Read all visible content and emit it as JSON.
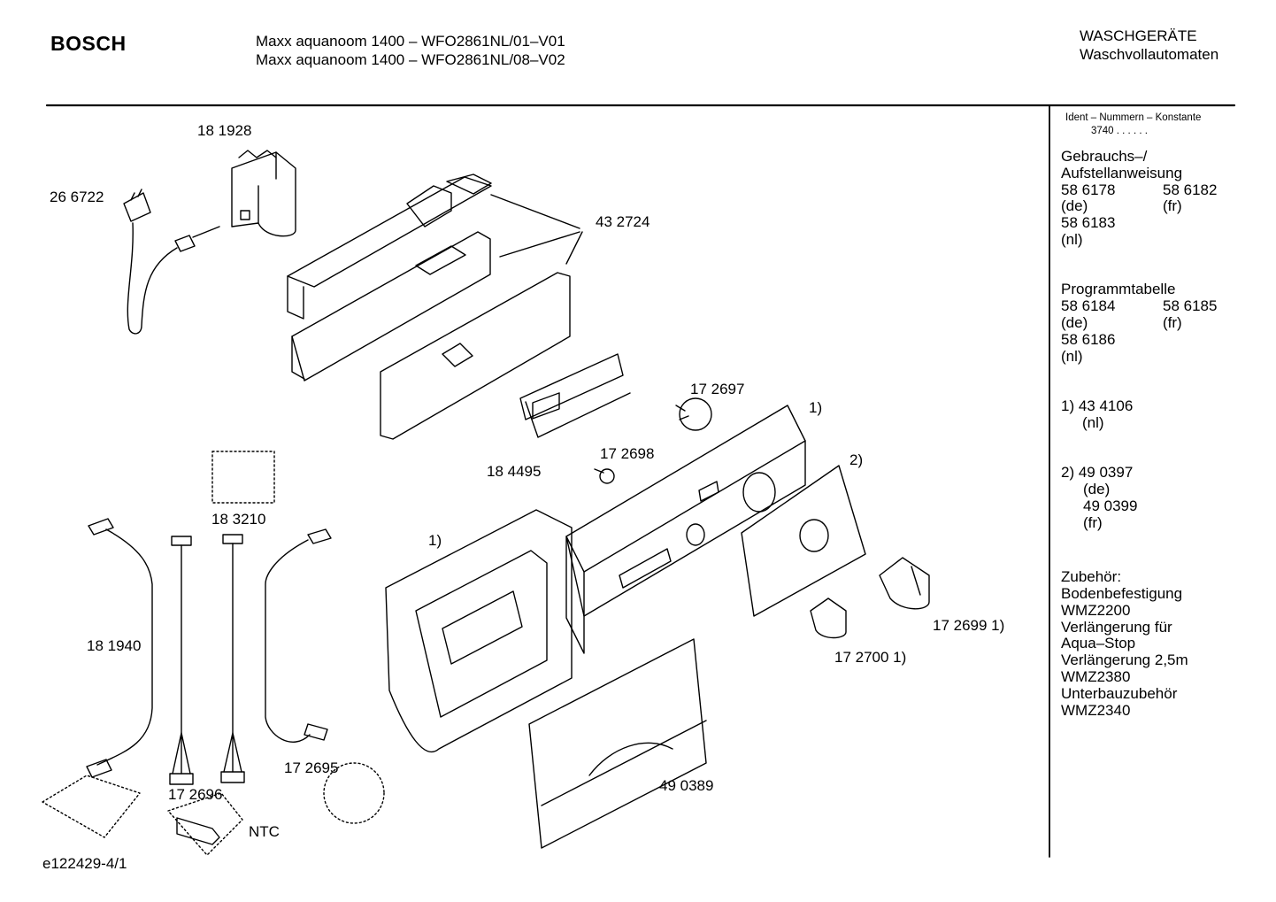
{
  "header": {
    "brand": "BOSCH",
    "model_line_1": "Maxx aquanoom 1400 – WFO2861NL/01–V01",
    "model_line_2": "Maxx aquanoom 1400 – WFO2861NL/08–V02",
    "category_1": "WASCHGERÄTE",
    "category_2": "Waschvollautomaten"
  },
  "parts": {
    "p181928": "18 1928",
    "p266722": "26 6722",
    "p432724": "43 2724",
    "p172697": "17 2697",
    "p184495": "18 4495",
    "p172698": "17 2698",
    "p183210": "18 3210",
    "p181940": "18 1940",
    "p172695": "17 2695",
    "p172696": "17 2696",
    "ntc": "NTC",
    "p490389": "49 0389",
    "p1727001": "17 2700 1)",
    "p1726991": "17 2699 1)",
    "note1_a": "1)",
    "note1_b": "1)",
    "note2": "2)"
  },
  "footer": {
    "code": "e122429-4/1"
  },
  "sidebar": {
    "ident_title": "Ident – Nummern – Konstante",
    "ident_value": "3740  .  .   .  .  .  .",
    "gebrauch": {
      "title1": "Gebrauchs–/",
      "title2": "Aufstellanweisung",
      "n1": "58 6178",
      "n2": "58 6182",
      "l1": "(de)",
      "l2": "(fr)",
      "n3": "58 6183",
      "l3": "(nl)"
    },
    "programm": {
      "title": "Programmtabelle",
      "n1": "58 6184",
      "n2": "58 6185",
      "l1": "(de)",
      "l2": "(fr)",
      "n3": "58 6186",
      "l3": "(nl)"
    },
    "note1": {
      "num": "1)  43 4106",
      "lang": "(nl)"
    },
    "note2": {
      "num": "2)  49 0397",
      "l1": "(de)",
      "n2": "49 0399",
      "l2": "(fr)"
    },
    "zubehoer": [
      "Zubehör:",
      "Bodenbefestigung",
      "WMZ2200",
      "Verlängerung für",
      "Aqua–Stop",
      "Verlängerung 2,5m",
      "WMZ2380",
      "Unterbauzubehör",
      "WMZ2340"
    ]
  }
}
